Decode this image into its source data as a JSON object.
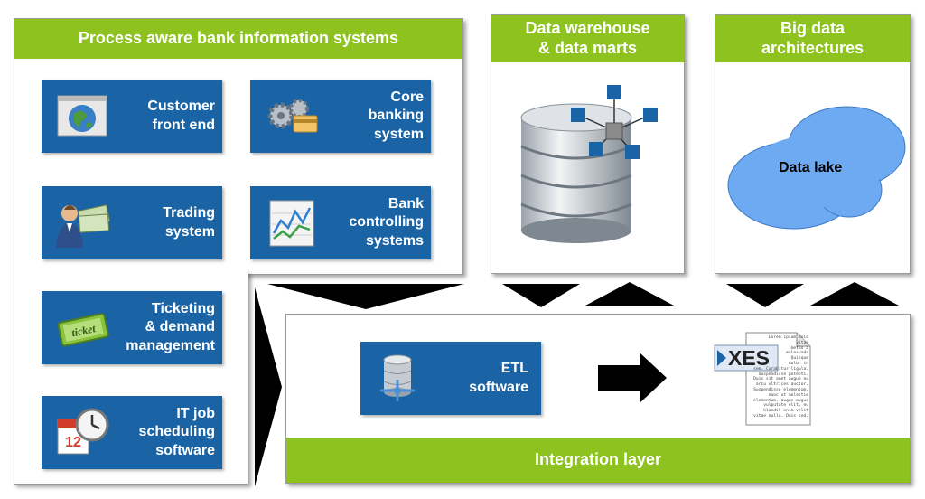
{
  "process_panel": {
    "title": "Process aware bank information systems",
    "tiles": [
      {
        "label": "Customer\nfront end"
      },
      {
        "label": "Core\nbanking\nsystem"
      },
      {
        "label": "Trading\nsystem"
      },
      {
        "label": "Bank\ncontrolling\nsystems"
      },
      {
        "label": "Ticketing\n& demand\nmanagement"
      },
      {
        "label": "IT job\nscheduling\nsoftware"
      }
    ]
  },
  "warehouse_panel": {
    "title": "Data warehouse\n& data marts"
  },
  "bigdata_panel": {
    "title": "Big data\narchitectures",
    "lake_label": "Data lake"
  },
  "integration_panel": {
    "title": "Integration layer",
    "etl_label": "ETL\nsoftware",
    "xes_label": "XES",
    "doc_text": "Lorem ipsum dolo\nvitae\nmetus a\nmalesuada\nQuisque\ndolor in\nsem. Curabitur ligula.\nSuspendisse potenti.\nDuis sit amet augue eu\narcu ultrices auctor.\nSuspendisse elementum,\nnunc ut molestie\nelementum, augue augue\nvulputate elit, eu\nblandit enim velit\nvitae nulla. Duis sed."
  },
  "icons": [
    "globe-window-icon",
    "gears-card-icon",
    "trader-money-icon",
    "chart-icon",
    "ticket-icon",
    "calendar-clock-icon",
    "database-network-icon",
    "database-etl-icon",
    "xes-document-icon"
  ],
  "colors": {
    "header_green": "#8dc21f",
    "tile_blue": "#1a64a6",
    "lake_blue": "#6eaaf2",
    "arrow": "#000000"
  }
}
